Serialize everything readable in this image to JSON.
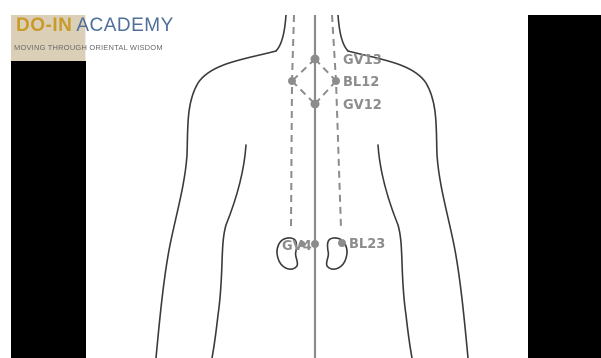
{
  "logo": {
    "part1": "DO-IN",
    "part2": "ACADEMY",
    "tagline": "MOVING THROUGH ORIENTAL WISDOM"
  },
  "points": {
    "gv13": "GV13",
    "bl12": "BL12",
    "gv12": "GV12",
    "gv4": "GV4",
    "bl23": "BL23"
  },
  "colors": {
    "outline": "#3a3a3a",
    "meridian": "#8c8c8c",
    "logo_gold": "#c89b2a",
    "logo_blue": "#4e6f9a"
  }
}
